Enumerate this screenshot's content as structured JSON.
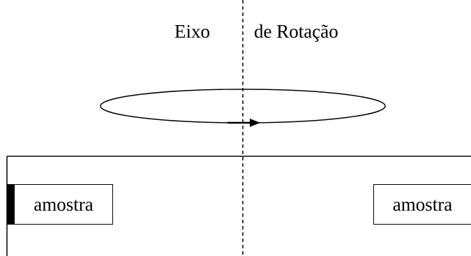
{
  "labels": {
    "axis_word_1": "Eixo",
    "axis_word_2": "de Rotação"
  },
  "samples": {
    "left": "amostra",
    "right": "amostra"
  },
  "colors": {
    "stroke": "#000000",
    "background": "#ffffff"
  }
}
